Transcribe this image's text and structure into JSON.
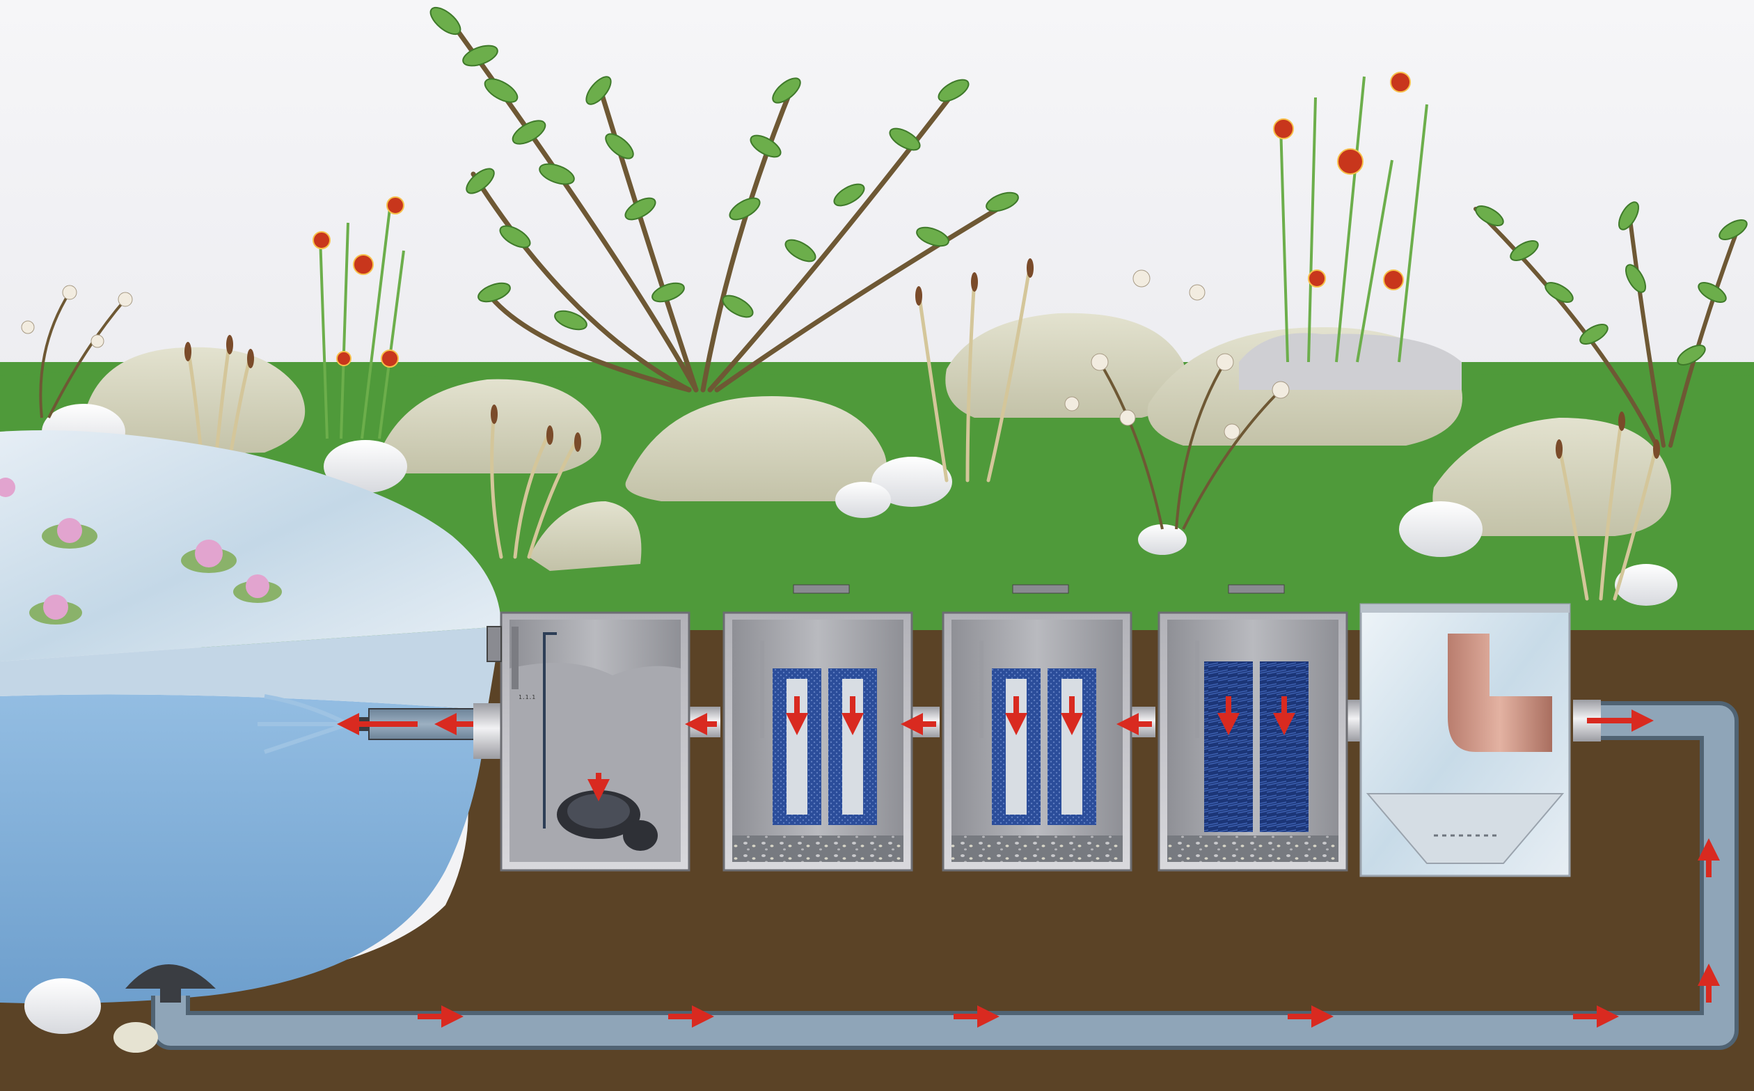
{
  "diagram": {
    "type": "pond-filtration-system-cross-section",
    "pump_chamber_label": "1.1.1",
    "colors": {
      "sky": "#f1f1f4",
      "grass": "#4f9a3a",
      "soil": "#5b4326",
      "pond_surface": "#cfe0ec",
      "pond_water": "#86b2da",
      "pipe": "#7f96ab",
      "flow_arrow": "#d92a20",
      "chamber_wall": "#b8b8bc",
      "brush_media": "#1f3e88",
      "sponge_media": "#2b4d9a",
      "rock": "#d9d8c4",
      "lily": "#e2a4cf",
      "flower": "#c8361c"
    },
    "components": [
      {
        "id": "bottom-drain",
        "icon": "dome-drain-icon"
      },
      {
        "id": "return-pipe",
        "icon": "pipe-icon"
      },
      {
        "id": "vortex-settlement-chamber",
        "icon": "vortex-chamber-icon"
      },
      {
        "id": "brush-filter-chamber",
        "icon": "brush-filter-icon"
      },
      {
        "id": "sponge-filter-chamber-a",
        "icon": "sponge-filter-icon"
      },
      {
        "id": "sponge-filter-chamber-b",
        "icon": "sponge-filter-icon"
      },
      {
        "id": "pump-chamber",
        "icon": "pump-icon"
      },
      {
        "id": "pond-inlet",
        "icon": "inlet-nozzle-icon"
      }
    ]
  }
}
